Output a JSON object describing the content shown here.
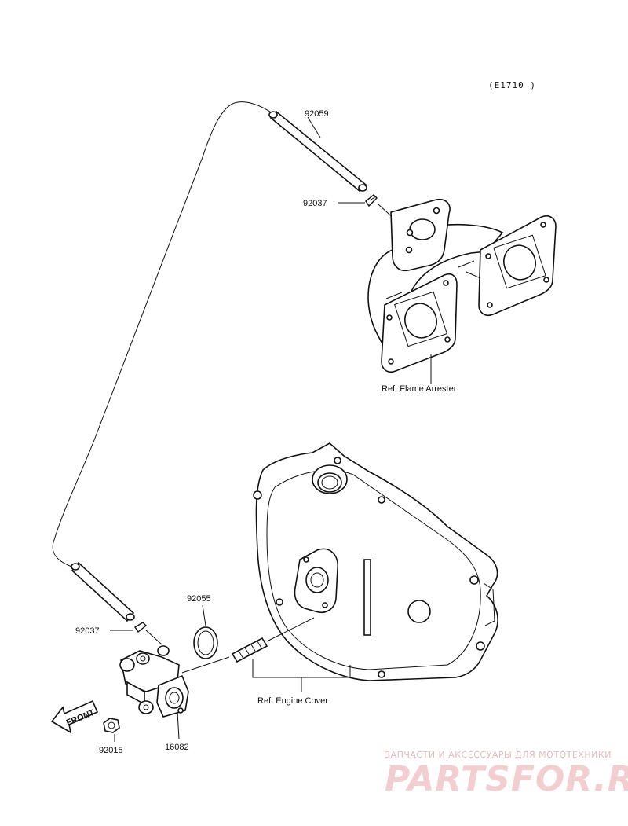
{
  "diagram_code": "(E1710 )",
  "parts": {
    "tube_upper": "92059",
    "clamp_upper": "92037",
    "clamp_lower": "92037",
    "oring": "92055",
    "nut": "92015",
    "valve": "16082"
  },
  "references": {
    "flame_arrester": "Ref. Flame Arrester",
    "engine_cover": "Ref. Engine Cover"
  },
  "front_arrow": "FRONT",
  "watermark": {
    "tagline": "ЗАПЧАСТИ И АКСЕССУАРЫ ДЛЯ МОТОТЕХНИКИ",
    "brand": "PARTSFOR.RU"
  }
}
